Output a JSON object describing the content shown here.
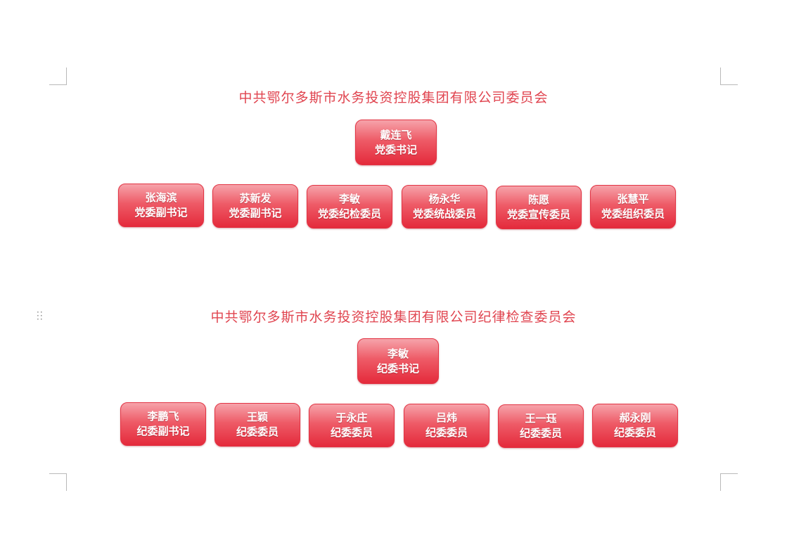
{
  "committees": [
    {
      "title": "中共鄂尔多斯市水务投资控股集团有限公司委员会",
      "head": {
        "name": "戴连飞",
        "role": "党委书记"
      },
      "members": [
        {
          "name": "张海滨",
          "role": "党委副书记"
        },
        {
          "name": "苏新发",
          "role": "党委副书记"
        },
        {
          "name": "李敏",
          "role": "党委纪检委员"
        },
        {
          "name": "杨永华",
          "role": "党委统战委员"
        },
        {
          "name": "陈愿",
          "role": "党委宣传委员"
        },
        {
          "name": "张慧平",
          "role": "党委组织委员"
        }
      ]
    },
    {
      "title": "中共鄂尔多斯市水务投资控股集团有限公司纪律检查委员会",
      "head": {
        "name": "李敏",
        "role": "纪委书记"
      },
      "members": [
        {
          "name": "李鹏飞",
          "role": "纪委副书记"
        },
        {
          "name": "王颖",
          "role": "纪委委员"
        },
        {
          "name": "于永庄",
          "role": "纪委委员"
        },
        {
          "name": "吕炜",
          "role": "纪委委员"
        },
        {
          "name": "王一珏",
          "role": "纪委委员"
        },
        {
          "name": "郝永刚",
          "role": "纪委委员"
        }
      ]
    }
  ],
  "colors": {
    "title": "#e0444f",
    "box_top": "#f6a3aa",
    "box_bottom": "#e42a3b"
  },
  "icons": {
    "drag_handle": "drag-handle-icon"
  }
}
